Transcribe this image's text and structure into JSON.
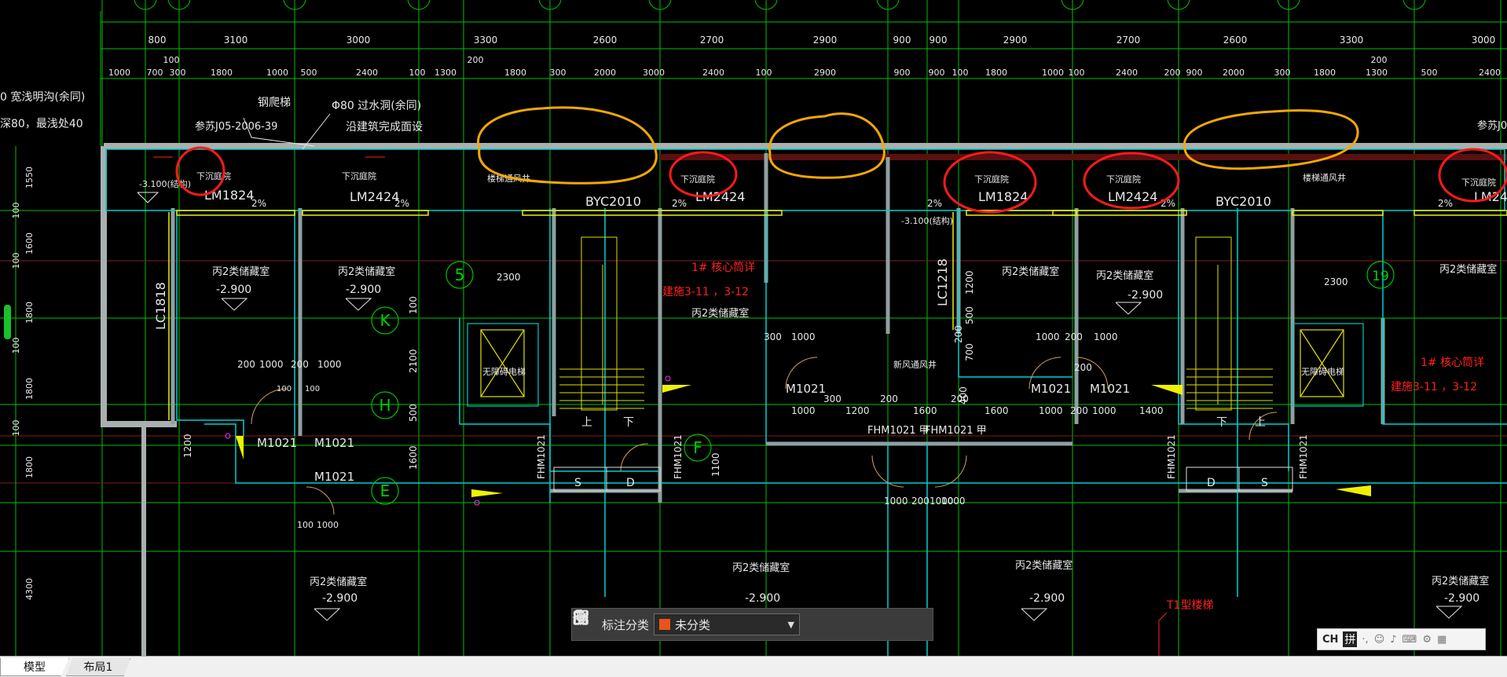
{
  "drawing": {
    "top_dims_row1": [
      "800",
      "3100",
      "3000",
      "3300",
      "2600",
      "2700",
      "2900",
      "900",
      "900",
      "2900",
      "2700",
      "2600",
      "3300",
      "3000"
    ],
    "top_dims_row2": [
      "100",
      "200",
      "200"
    ],
    "top_dims_row3": [
      "1000",
      "700",
      "300",
      "1800",
      "1000",
      "500",
      "2400",
      "100",
      "1300",
      "1800",
      "300",
      "2000",
      "3000",
      "2400",
      "100",
      "2900",
      "900",
      "900",
      "100",
      "1800",
      "1000",
      "100",
      "2400",
      "200",
      "900",
      "2000",
      "300",
      "1800",
      "1300",
      "500",
      "2400"
    ],
    "left_dims": [
      "1550",
      "100",
      "1600",
      "100",
      "1800",
      "100",
      "1800",
      "100",
      "1800",
      "4300"
    ],
    "notes": {
      "ditch_1": "0 宽浅明沟(余同)",
      "ditch_2": "深80，最浅处40",
      "ladder": "钢爬梯",
      "ref_left": "参苏J05-2006-39",
      "hole_1": "Φ80 过水洞(余同)",
      "hole_2": "沿建筑完成面设",
      "ref_right": "参苏J0"
    },
    "rooms": {
      "courtyard": "下沉庭院",
      "storage": "丙2类储藏室",
      "level": "-2.900",
      "core_1": "1# 核心筒详",
      "core_2": "建施3-11 ，3-12",
      "elevator": "无障碍电梯",
      "smoke_shaft": "楼梯通风井",
      "smoke_shaft2": "新风通风井",
      "level_struct": "-3.100(结构)",
      "level_struct_short": "-3.100(结构)",
      "slope": "2%",
      "stair_up": "上",
      "stair_down": "下",
      "type_stair": "T1型楼梯",
      "jia": "甲"
    },
    "windows": {
      "lm1824": "LM1824",
      "lm2424": "LM2424",
      "byc": "BYC2010",
      "lc1818": "LC1818",
      "lc1218": "LC1218"
    },
    "doors": {
      "m1021": "M1021",
      "fhm1021": "FHM1021",
      "fhm_jia": "FHM1021 甲"
    },
    "axes": {
      "k": "K",
      "h": "H",
      "e": "E",
      "f": "F",
      "five": "5",
      "nineteen": "19"
    },
    "dims_inner": {
      "d2300": "2300",
      "d200": "200",
      "d1000": "1000",
      "d100": "100",
      "d1200": "1200",
      "d2100": "2100",
      "d500": "500",
      "d1600": "1600",
      "d1100": "1100",
      "d300": "300",
      "d1400": "1400",
      "d700": "700",
      "d400": "400"
    },
    "sd": {
      "s": "S",
      "d": "D"
    }
  },
  "toolbar": {
    "label": "标注分类",
    "selected": "未分类",
    "swatch_color": "#e8541a",
    "icons": [
      "layout-icon",
      "edit-icon",
      "move-icon",
      "copy-icon",
      "paste-icon"
    ]
  },
  "ime": {
    "mode": "CH",
    "pinyin": "拼",
    "icons": [
      "punctuation-icon",
      "emoji-icon",
      "skin-icon",
      "keyboard-icon",
      "settings-icon",
      "grid-icon"
    ]
  },
  "tabs": {
    "model": "模型",
    "layout1": "布局1"
  },
  "colors": {
    "bg": "#000000",
    "grid_green": "#00d000",
    "wall_gray": "#9fa6a6",
    "cyan": "#00e0e0",
    "yellow": "#f0f000",
    "white": "#e8e8e8",
    "red": "#ff2020",
    "orange_markup": "#f5a800",
    "red_markup": "#ff1a1a",
    "magenta": "#ff30ff"
  }
}
